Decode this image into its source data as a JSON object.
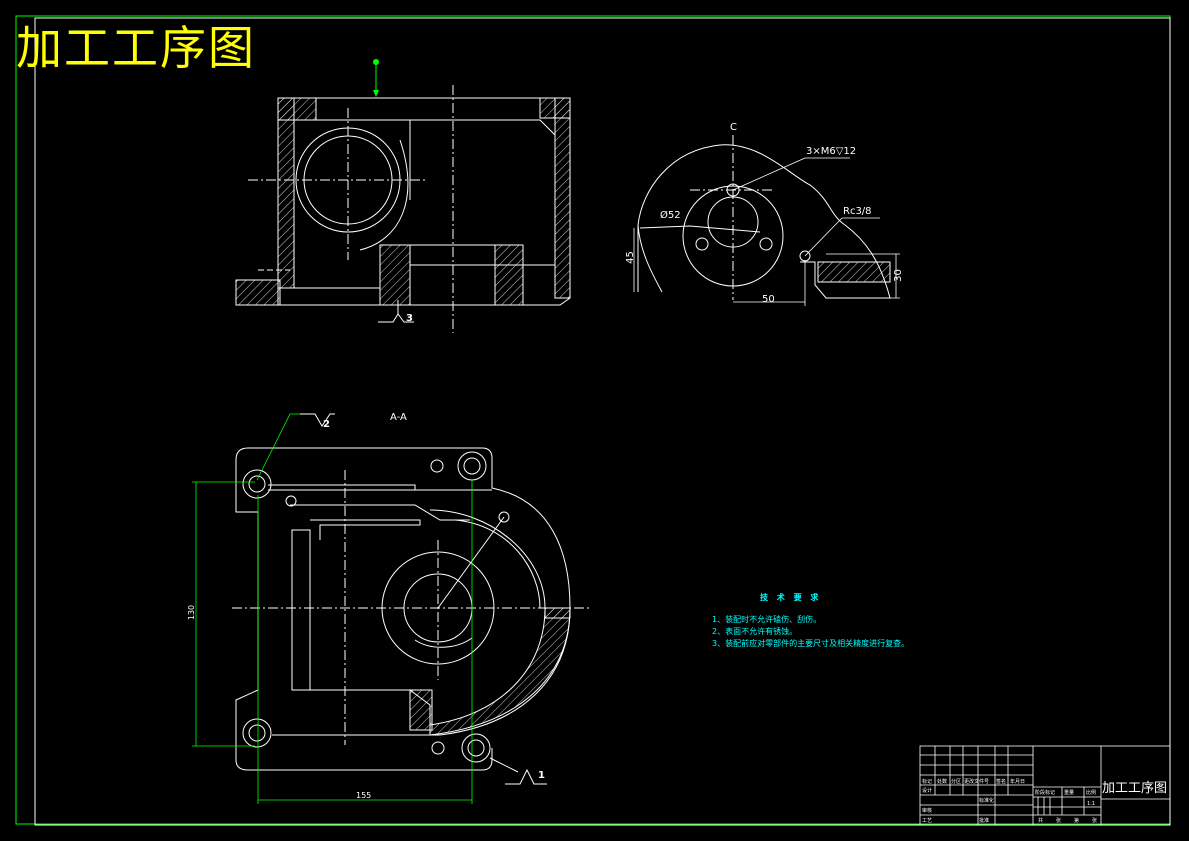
{
  "title": "加工工序图",
  "section_label": "A-A",
  "view_label": "C",
  "callouts": {
    "thread_holes": "3×M6▽12",
    "pipe_thread": "Rc3/8",
    "diameter": "Ø52"
  },
  "dimensions": {
    "height_45": "45",
    "width_50": "50",
    "height_30": "30",
    "height_130": "130",
    "width_155": "155"
  },
  "surface_marks": [
    "1",
    "2",
    "3"
  ],
  "technical_requirements": {
    "heading": "技 术 要 求",
    "items": [
      "1、装配时不允许磕伤、刮伤。",
      "2、表面不允许有锈蚀。",
      "3、装配前应对零部件的主要尺寸及相关精度进行复查。"
    ]
  },
  "title_block": {
    "drawing_name": "加工工序图",
    "scale": "1:1",
    "rows": [
      "设计",
      "审核",
      "工艺",
      "标准化",
      "批准"
    ],
    "header_cells": [
      "标记",
      "处数",
      "分区",
      "更改文件号",
      "签名",
      "年月日"
    ],
    "stage_cells": [
      "阶段标记",
      "重量",
      "比例"
    ],
    "sheet_cells": [
      "共",
      "张",
      "第",
      "张"
    ]
  },
  "colors": {
    "background": "#000000",
    "outline": "#ffffff",
    "border": "#00ff00",
    "dimension": "#00ff00",
    "text_notes": "#00ffff",
    "title": "#ffff00"
  }
}
